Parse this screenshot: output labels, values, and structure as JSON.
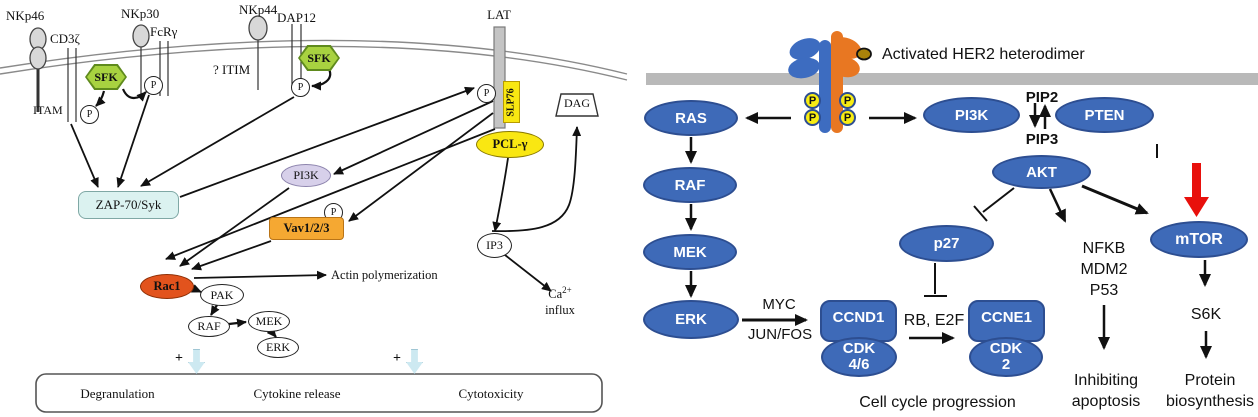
{
  "colors": {
    "node_blue": "#3e6ab8",
    "node_blue_border": "#2d4e91",
    "membrane_gray": "#b9b9b9",
    "red_arrow": "#e8100c",
    "sfk_green": "#a8d240",
    "zap_cyan": "#dbf2f0",
    "pi3k_lavender": "#d7d0ea",
    "vav_orange": "#f5a832",
    "rac1_orange": "#e2531d",
    "yellow": "#f9e712",
    "cyan_block_arrow": "#cde9f1",
    "receptor_blue": "#3d6cc0",
    "receptor_orange": "#e87722",
    "p_yellow": "#f7ec13",
    "olive_dot": "#a9830a"
  },
  "left": {
    "labels": {
      "nkp46": "NKp46",
      "cd3zeta": "CD3ζ",
      "itam": "ITAM",
      "nkp30": "NKp30",
      "fcr_gamma": "FcRγ",
      "nkp44": "NKp44",
      "itim": "? ITIM",
      "dap12": "DAP12",
      "lat": "LAT",
      "sfk": "SFK",
      "p": "P",
      "zap70": "ZAP-70/Syk",
      "pi3k": "PI3K",
      "vav": "Vav1/2/3",
      "slp76": "SLP76",
      "pcl_gamma": "PCL-γ",
      "dag": "DAG",
      "ip3": "IP3",
      "rac1": "Rac1",
      "pak": "PAK",
      "raf": "RAF",
      "mek": "MEK",
      "erk": "ERK",
      "actin": "Actin polymerization",
      "ca_base": "Ca",
      "ca_sup": "2+",
      "ca_word": "influx",
      "plus": "+"
    },
    "outcomes": [
      "Degranulation",
      "Cytokine release",
      "Cytotoxicity"
    ]
  },
  "right": {
    "labels": {
      "her2": "Activated HER2 heterodimer",
      "ras": "RAS",
      "raf": "RAF",
      "mek": "MEK",
      "erk": "ERK",
      "myc": "MYC",
      "junfos": "JUN/FOS",
      "pi3k": "PI3K",
      "pip2": "PIP2",
      "pip3": "PIP3",
      "pten": "PTEN",
      "akt": "AKT",
      "p27": "p27",
      "p": "P",
      "ccnd1": "CCND1",
      "cdk": "CDK",
      "cdk46": "4/6",
      "rbe2f": "RB, E2F",
      "ccne1": "CCNE1",
      "cdk2": "2",
      "nfkb": "NFKB",
      "mdm2": "MDM2",
      "p53": "P53",
      "mtor": "mTOR",
      "s6k": "S6K",
      "cellcycle": "Cell cycle progression",
      "inhib1": "Inhibiting",
      "inhib2": "apoptosis",
      "prot1": "Protein",
      "prot2": "biosynthesis"
    }
  }
}
